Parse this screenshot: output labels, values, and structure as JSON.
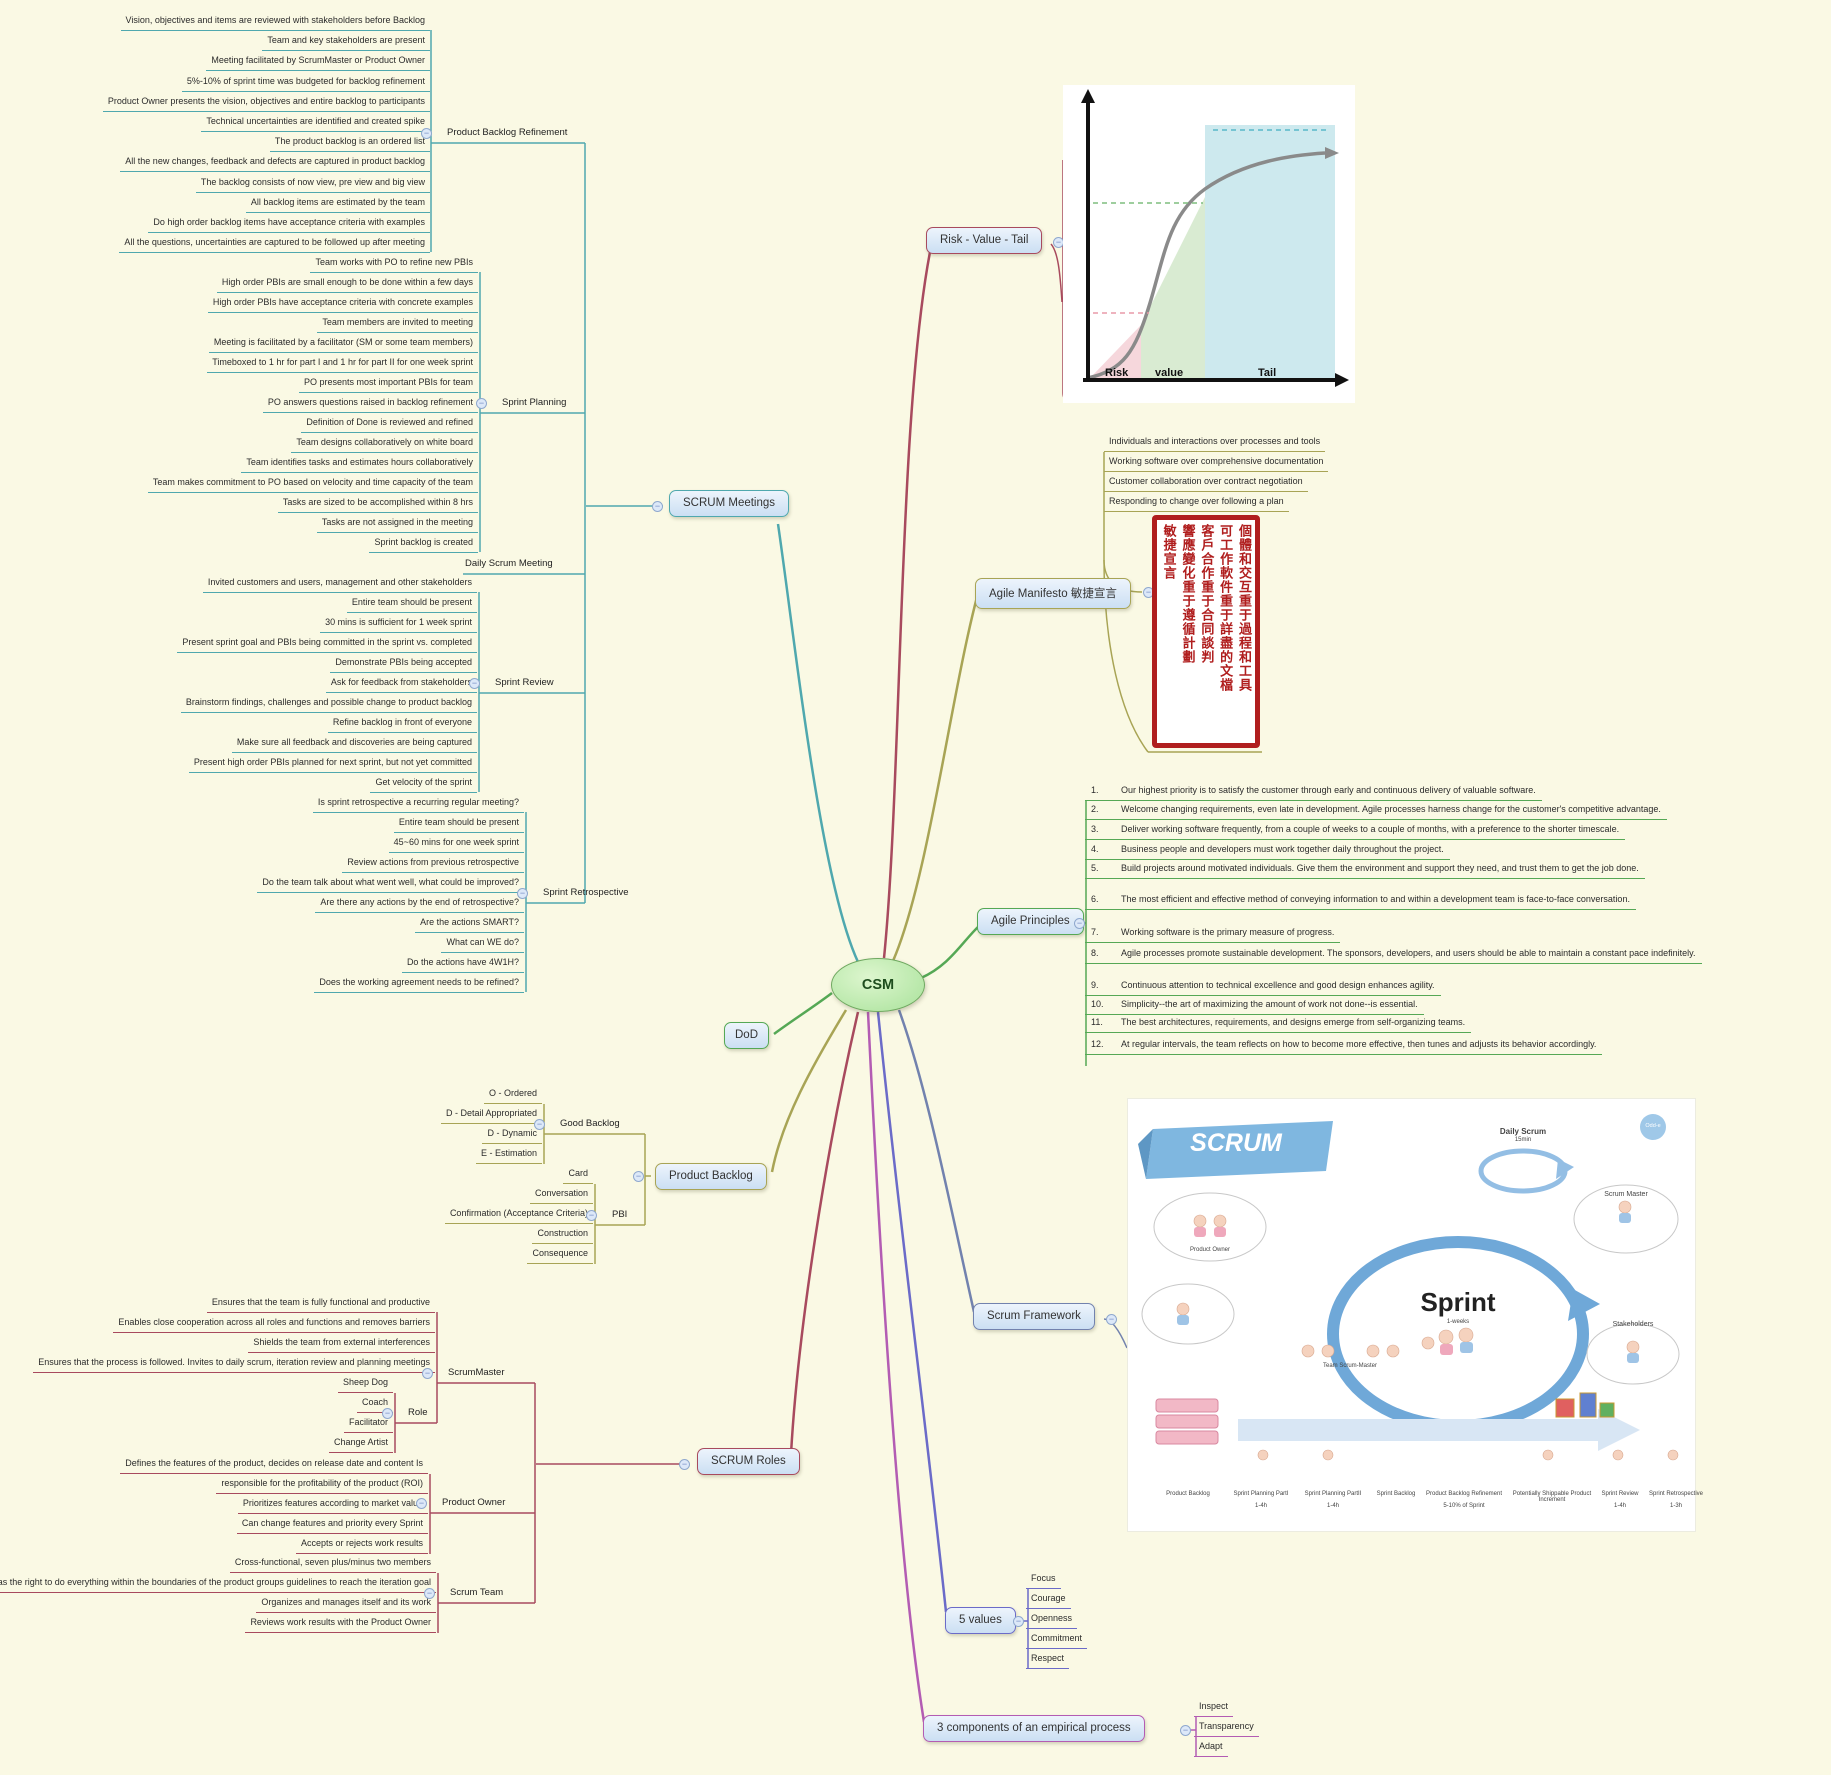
{
  "root": {
    "label": "CSM"
  },
  "colors": {
    "teal": "#4FA8AE",
    "maroon": "#A84A5E",
    "olive": "#A8A455",
    "green": "#55A855",
    "slate": "#7282AE",
    "violet": "#6B6BC8",
    "magenta": "#B35CB3"
  },
  "branches": {
    "scrum_meetings": {
      "label": "SCRUM Meetings",
      "children": {
        "product_backlog_refinement": {
          "label": "Product Backlog Refinement",
          "items": [
            "Vision, objectives and items are reviewed with stakeholders before Backlog",
            "Team and key stakeholders are present",
            "Meeting facilitated by ScrumMaster or Product Owner",
            "5%-10% of sprint time was budgeted for backlog refinement",
            "Product Owner presents the vision, objectives and entire backlog to participants",
            "Technical uncertainties are identified and created spike",
            "The product backlog is an ordered list",
            "All the new changes, feedback and defects are captured in product backlog",
            "The backlog consists of now view, pre view and big view",
            "All backlog items are estimated by the team",
            "Do high order backlog items have acceptance criteria with examples",
            "All the questions, uncertainties are captured to be followed up after meeting"
          ]
        },
        "sprint_planning": {
          "label": "Sprint Planning",
          "items": [
            "Team works with PO to refine new PBIs",
            "High order PBIs are small enough to be done within a few days",
            "High order PBIs have acceptance criteria with concrete examples",
            "Team members are invited to meeting",
            "Meeting is facilitated by a facilitator (SM or some team members)",
            "Timeboxed to 1 hr for part I and 1 hr for part II for one week sprint",
            "PO presents most important PBIs for team",
            "PO answers questions raised in backlog refinement",
            "Definition of Done is reviewed and refined",
            "Team designs collaboratively on white board",
            "Team identifies tasks and estimates hours collaboratively",
            "Team makes commitment to PO based on velocity and time capacity of the team",
            "Tasks are sized to be accomplished within 8 hrs",
            "Tasks are not assigned in the meeting",
            "Sprint backlog is created"
          ]
        },
        "daily_scrum_meeting": {
          "label": "Daily Scrum Meeting"
        },
        "sprint_review": {
          "label": "Sprint Review",
          "items": [
            "Invited customers and users, management and other stakeholders",
            "Entire team should be present",
            "30 mins is sufficient for 1 week sprint",
            "Present sprint goal and PBIs being committed in the sprint vs. completed",
            "Demonstrate PBIs being accepted",
            "Ask for feedback from stakeholders",
            "Brainstorm findings, challenges and possible change to product backlog",
            "Refine backlog in front of everyone",
            "Make sure all feedback and discoveries are being captured",
            "Present high order PBIs planned for next sprint, but not yet committed",
            "Get velocity of the sprint"
          ]
        },
        "sprint_retrospective": {
          "label": "Sprint Retrospective",
          "items": [
            "Is sprint retrospective a recurring regular meeting?",
            "Entire team should be present",
            "45~60 mins for one week sprint",
            "Review actions from previous retrospective",
            "Do the team talk about what went well, what could be improved?",
            "Are there any actions by the end of retrospective?",
            "Are the actions SMART?",
            "What can WE do?",
            "Do the actions have 4W1H?",
            "Does the working agreement needs to be refined?"
          ]
        }
      }
    },
    "risk_value_tail": {
      "label": "Risk - Value - Tail",
      "chart": {
        "risk": "Risk",
        "value": "value",
        "tail": "Tail"
      }
    },
    "agile_manifesto": {
      "label": "Agile Manifesto 敏捷宣言",
      "items": [
        "Individuals and interactions over processes and tools",
        "Working software over comprehensive documentation",
        "Customer collaboration over contract negotiation",
        "Responding to change over following a plan"
      ],
      "seal_lines": [
        "個體和交互重于過程和工具",
        "可工作軟件重于詳盡的文檔",
        "客戶合作重于合同談判",
        "響應變化重于遵循計劃",
        "敏捷宣言"
      ]
    },
    "agile_principles": {
      "label": "Agile Principles",
      "items": [
        {
          "num": "1.",
          "text": "Our highest priority is to satisfy the customer through early and continuous delivery of valuable software."
        },
        {
          "num": "2.",
          "text": "Welcome changing requirements, even late in development. Agile processes harness change for the customer's competitive advantage."
        },
        {
          "num": "3.",
          "text": "Deliver working software frequently, from a couple of weeks to a couple of months, with a preference to the shorter timescale."
        },
        {
          "num": "4.",
          "text": "Business people and developers must work together daily throughout the project."
        },
        {
          "num": "5.",
          "text": "Build projects around motivated individuals. Give them the environment and support they need, and trust them to get the job done."
        },
        {
          "num": "6.",
          "text": "The most efficient and effective method of conveying information to and within a development team is face-to-face conversation."
        },
        {
          "num": "7.",
          "text": "Working software is the primary measure of progress."
        },
        {
          "num": "8.",
          "text": "Agile processes promote sustainable development. The sponsors, developers, and users should be able to maintain a constant pace indefinitely."
        },
        {
          "num": "9.",
          "text": "Continuous attention to technical excellence and good design enhances agility."
        },
        {
          "num": "10.",
          "text": "Simplicity--the art of maximizing the amount of work not done--is essential."
        },
        {
          "num": "11.",
          "text": "The best architectures, requirements, and designs emerge from self-organizing teams."
        },
        {
          "num": "12.",
          "text": "At regular intervals, the team reflects on how to become more effective, then tunes and adjusts its behavior accordingly."
        }
      ]
    },
    "dod": {
      "label": "DoD"
    },
    "product_backlog": {
      "label": "Product Backlog",
      "children": {
        "good_backlog": {
          "label": "Good Backlog",
          "items": [
            "O - Ordered",
            "D - Detail Appropriated",
            "D - Dynamic",
            "E - Estimation"
          ]
        },
        "pbi": {
          "label": "PBI",
          "items": [
            "Card",
            "Conversation",
            "Confirmation (Acceptance Criteria)",
            "Construction",
            "Consequence"
          ]
        }
      }
    },
    "scrum_framework": {
      "label": "Scrum Framework",
      "img": {
        "title": "SCRUM",
        "sprint": "Sprint",
        "sprint_sub": "1-weeks",
        "daily": "Daily Scrum",
        "daily_time": "15min",
        "product_owner": "Product Owner",
        "scrum_master": "Scrum Master",
        "stakeholders": "Stakeholders",
        "team": "Team  Scrum-Master",
        "logo": "Odd-e",
        "bottom": [
          "Product Backlog",
          "Sprint Planning PartI",
          "Sprint Planning PartII",
          "Sprint Backlog",
          "Product Backlog Refinement",
          "Potentially Shippable Product Increment",
          "Sprint Review",
          "Sprint Retrospective"
        ],
        "times": [
          "1-4h",
          "1-4h",
          "5-10% of Sprint",
          "1-4h",
          "1-3h"
        ]
      }
    },
    "scrum_roles": {
      "label": "SCRUM Roles",
      "children": {
        "scrummaster": {
          "label": "ScrumMaster",
          "items": [
            "Ensures that the team is fully functional and productive",
            "Enables close cooperation across all roles and functions and removes barriers",
            "Shields the team from external interferences",
            "Ensures that the process is followed. Invites to daily scrum, iteration review and planning meetings"
          ],
          "role": {
            "label": "Role",
            "items": [
              "Sheep Dog",
              "Coach",
              "Facilitator",
              "Change Artist"
            ]
          }
        },
        "product_owner": {
          "label": "Product Owner",
          "items": [
            "Defines the features of the product, decides on release date and content Is",
            "responsible for the profitability of the product (ROI)",
            "Prioritizes features according to market value",
            "Can change features and priority every Sprint",
            "Accepts or rejects work results"
          ]
        },
        "scrum_team": {
          "label": "Scrum Team",
          "items": [
            "Cross-functional, seven plus/minus two members",
            "Has the right to do everything within the boundaries of the product groups guidelines to reach the iteration goal",
            "Organizes and manages itself and its work",
            "Reviews work results with the Product Owner"
          ]
        }
      }
    },
    "five_values": {
      "label": "5 values",
      "items": [
        "Focus",
        "Courage",
        "Openness",
        "Commitment",
        "Respect"
      ]
    },
    "empirical": {
      "label": "3 components of an empirical process",
      "items": [
        "Inspect",
        "Transparency",
        "Adapt"
      ]
    }
  }
}
